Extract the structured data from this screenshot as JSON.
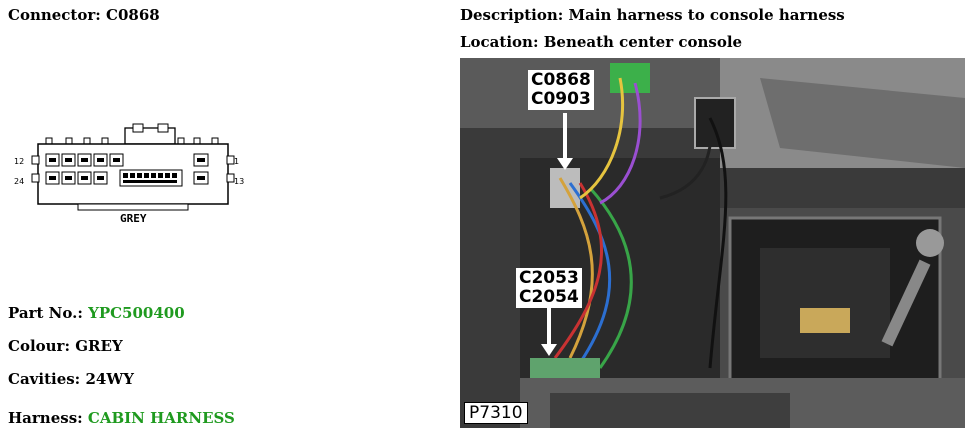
{
  "connector": {
    "label": "Connector:",
    "value": "C0868"
  },
  "description": {
    "label": "Description:",
    "value": "Main harness to console harness"
  },
  "location": {
    "label": "Location:",
    "value": "Beneath center console"
  },
  "diagram": {
    "pin_labels": {
      "tl": "12",
      "bl": "24",
      "tr": "1",
      "br": "13"
    },
    "colour_text": "GREY"
  },
  "part_no": {
    "label": "Part No.:",
    "value": "YPC500400"
  },
  "colour": {
    "label": "Colour:",
    "value": "GREY"
  },
  "cavities": {
    "label": "Cavities:",
    "value": "24WY"
  },
  "harness": {
    "label": "Harness:",
    "value": "CABIN HARNESS"
  },
  "photo": {
    "callout_top": [
      "C0868",
      "C0903"
    ],
    "callout_bottom": [
      "C2053",
      "C2054"
    ],
    "photo_id": "P7310"
  },
  "colors": {
    "value_green": "#1f9a1f"
  }
}
